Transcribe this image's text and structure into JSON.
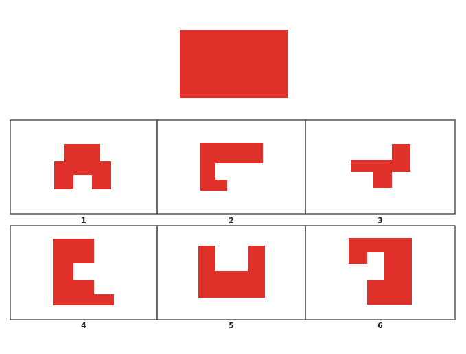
{
  "colors": {
    "shape_fill": "#e0302a",
    "border": "#3a3a3a",
    "background": "#ffffff"
  },
  "target_shape": "rectangle",
  "options": [
    {
      "label": "1",
      "shape": "arch"
    },
    {
      "label": "2",
      "shape": "l-shape"
    },
    {
      "label": "3",
      "shape": "t-step"
    },
    {
      "label": "4",
      "shape": "stepped-column"
    },
    {
      "label": "5",
      "shape": "u-shape"
    },
    {
      "label": "6",
      "shape": "hook"
    }
  ]
}
